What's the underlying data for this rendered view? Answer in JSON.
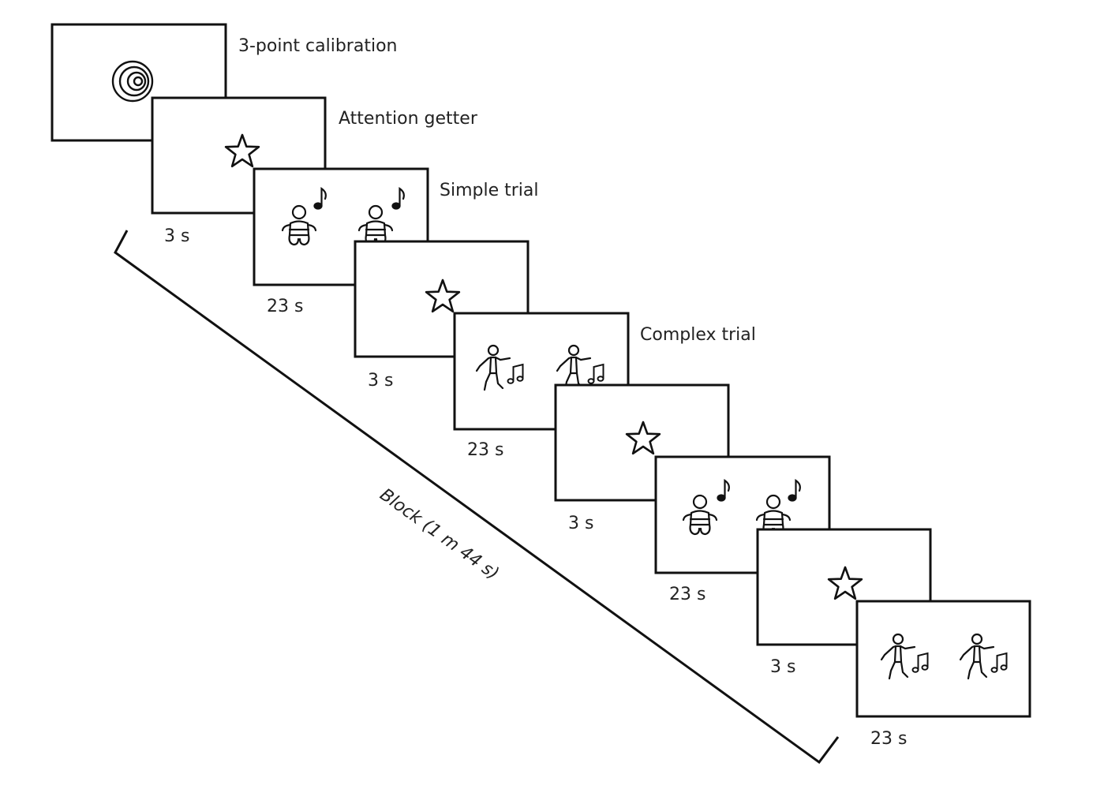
{
  "labels": {
    "calibration": "3-point calibration",
    "attention": "Attention getter",
    "simple": "Simple trial",
    "complex": "Complex trial",
    "block": "Block (1 m 44 s)"
  },
  "durations": [
    "3 s",
    "23 s",
    "3 s",
    "23 s",
    "3 s",
    "23 s",
    "3 s",
    "23 s"
  ],
  "screens": [
    {
      "type": "calibration",
      "content": "calibration-target-icon"
    },
    {
      "type": "attention",
      "content": "star-icon"
    },
    {
      "type": "simple",
      "content": "baby-icon, music-note-icon"
    },
    {
      "type": "attention",
      "content": "star-icon"
    },
    {
      "type": "complex",
      "content": "dancer-icon, music-notes-icon"
    },
    {
      "type": "attention",
      "content": "star-icon"
    },
    {
      "type": "simple",
      "content": "baby-icon, music-note-icon"
    },
    {
      "type": "attention",
      "content": "star-icon"
    },
    {
      "type": "complex",
      "content": "dancer-icon, music-notes-icon"
    }
  ],
  "colors": {
    "stroke": "#111111",
    "background": "#ffffff",
    "text": "#222222"
  }
}
